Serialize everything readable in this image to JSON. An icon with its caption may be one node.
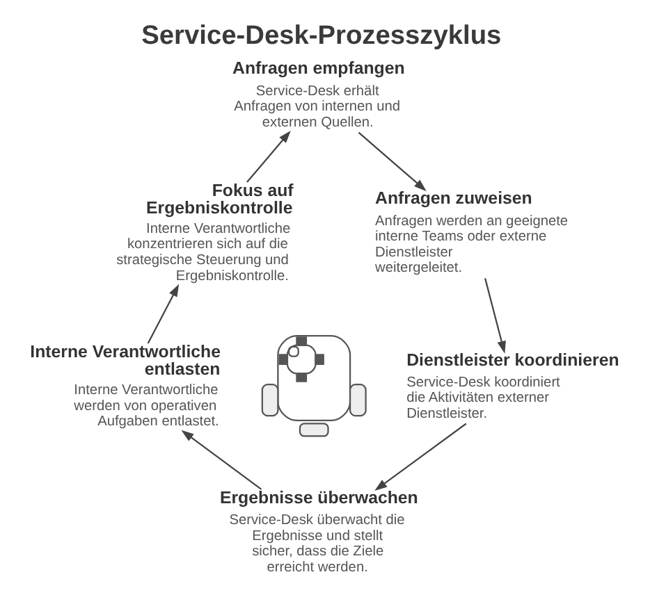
{
  "diagram": {
    "title": "Service-Desk-Prozesszyklus",
    "nodes": [
      {
        "text": [
          "Anfragen empfangen",
          "Service-Desk erhält Anfragen von internen und externen Quellen."
        ]
      },
      {
        "text": [
          "Anfragen zuweisen",
          "Anfragen werden an geeignete interne Teams oder externe Dienstleister weitergeleitet."
        ]
      },
      {
        "text": [
          "Dienstleister koordinieren",
          "Service-Desk koordiniert die Aktivitäten externer Dienstleister."
        ]
      },
      {
        "text": [
          "Ergebnisse überwachen",
          "Service-Desk überwacht die Ergebnisse und stellt sicher, dass die Ziele erreicht werden."
        ]
      },
      {
        "text": [
          "Interne Verantwortliche entlasten",
          "Interne Verantwortliche werden von operativen Aufgaben entlastet."
        ]
      },
      {
        "text": [
          "Fokus auf Ergebniskontrolle",
          "Interne Verantwortliche konzentrieren sich auf die strategische Steuerung und Ergebniskontrolle."
        ]
      },
      {
        "text": [],
        "shape": "picture"
      }
    ],
    "edges": [
      {
        "from": 0,
        "to": 1,
        "arrow": "to"
      },
      {
        "from": 1,
        "to": 2,
        "arrow": "to"
      },
      {
        "from": 2,
        "to": 3,
        "arrow": "to"
      },
      {
        "from": 3,
        "to": 4,
        "arrow": "to"
      },
      {
        "from": 4,
        "to": 5,
        "arrow": "to"
      },
      {
        "from": 5,
        "to": 0,
        "arrow": "to"
      }
    ]
  }
}
